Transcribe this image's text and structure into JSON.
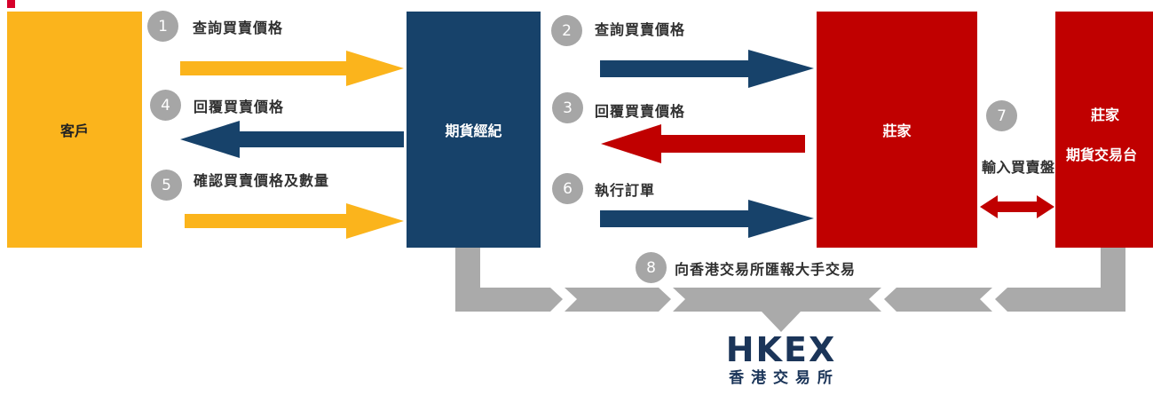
{
  "colors": {
    "client": "#fbb41c",
    "broker": "#17426a",
    "dealer": "#c00000",
    "flow": "#aaaaaa",
    "step_circle": "#a6a6a6",
    "brand_red": "#d6002a"
  },
  "nodes": {
    "client": "客戶",
    "broker": "期貨經紀",
    "dealer": "莊家",
    "dealer_desk_line1": "莊家",
    "dealer_desk_line2": "期貨交易台"
  },
  "steps": [
    {
      "num": "1",
      "label": "查詢買賣價格"
    },
    {
      "num": "2",
      "label": "查詢買賣價格"
    },
    {
      "num": "3",
      "label": "回覆買賣價格"
    },
    {
      "num": "4",
      "label": "回覆買賣價格"
    },
    {
      "num": "5",
      "label": "確認買賣價格及數量"
    },
    {
      "num": "6",
      "label": "執行訂單"
    },
    {
      "num": "7",
      "label": "輸入買賣盤"
    },
    {
      "num": "8",
      "label": "向香港交易所匯報大手交易"
    }
  ],
  "logo": {
    "text": "HKEX",
    "subtitle": "香 港 交 易 所"
  }
}
